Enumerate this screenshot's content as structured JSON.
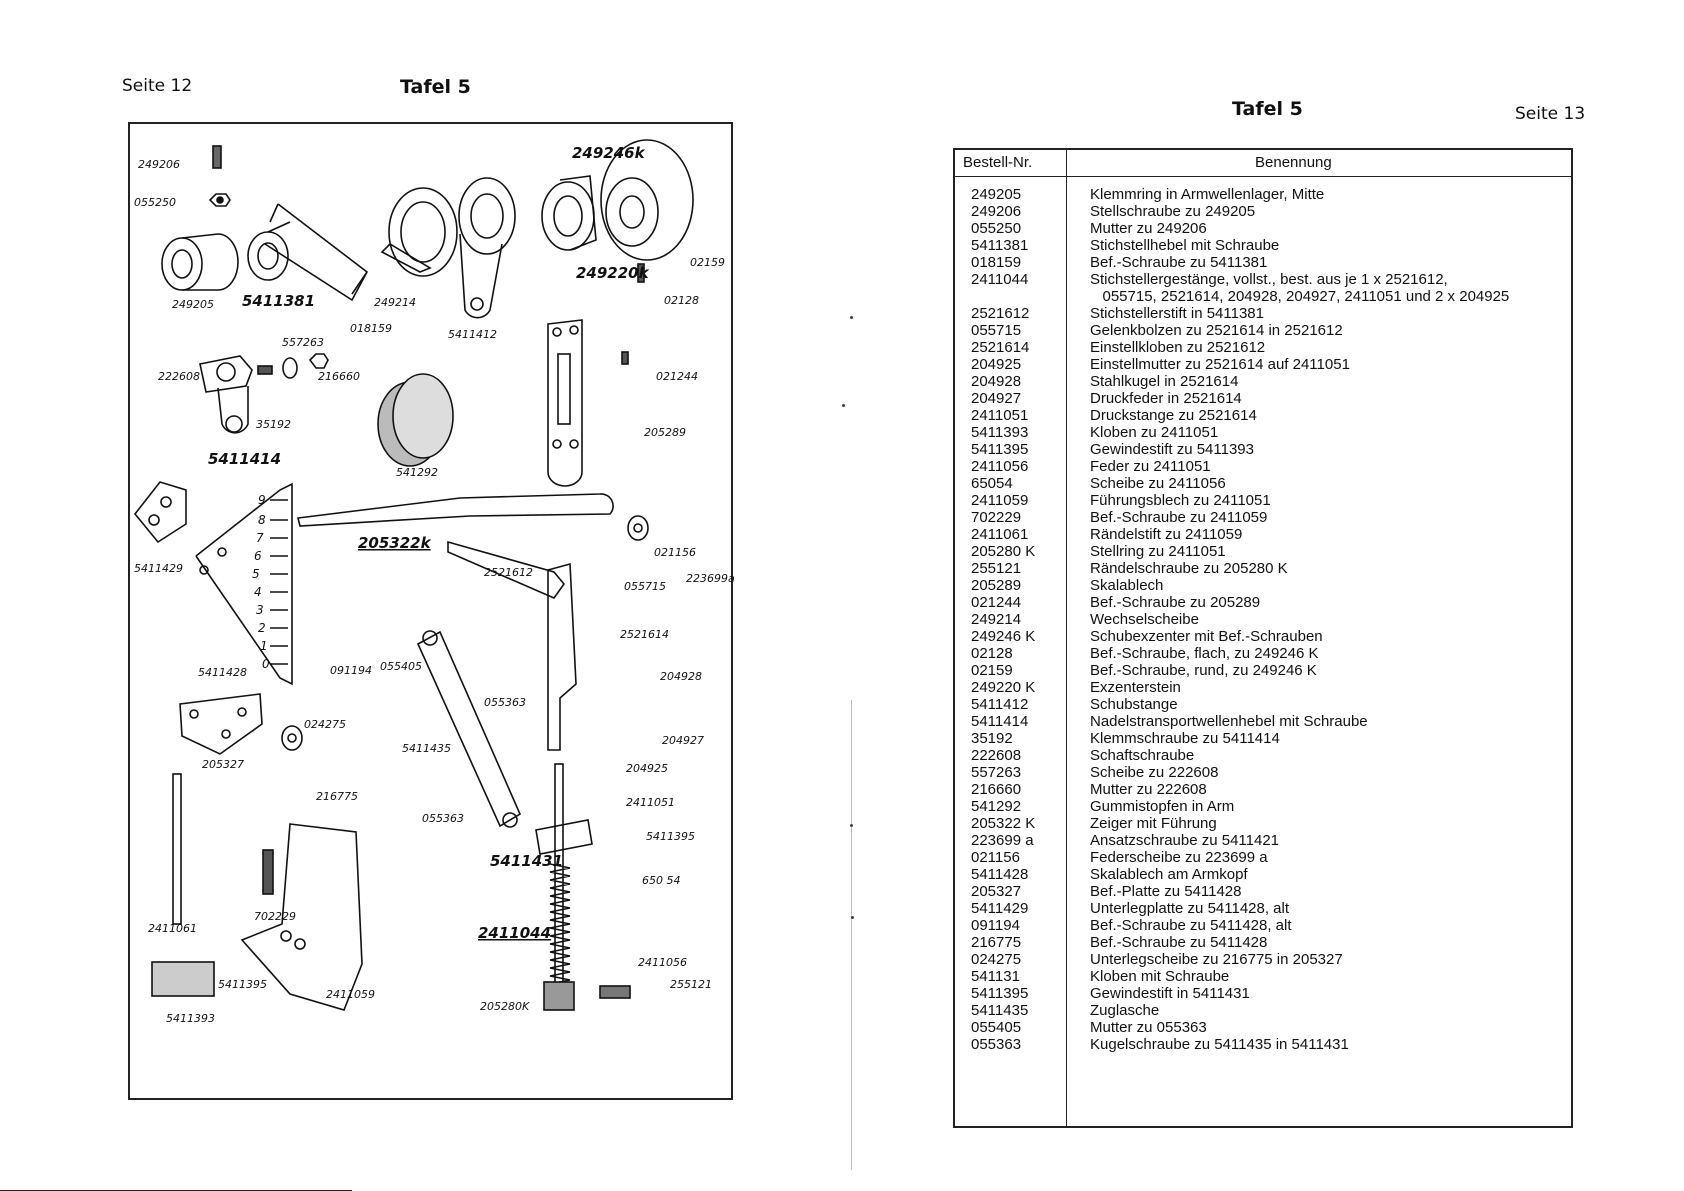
{
  "left_page": {
    "page_label": "Seite 12",
    "plate_title": "Tafel 5"
  },
  "right_page": {
    "plate_title": "Tafel 5",
    "page_label": "Seite 13"
  },
  "diagram": {
    "labels": {
      "l249206": "249206",
      "l055250": "055250",
      "l249246k": "249246k",
      "l249205": "249205",
      "l5411381": "5411381",
      "l249214": "249214",
      "l018159": "018159",
      "l5411412": "5411412",
      "l249220k": "249220k",
      "l02159": "02159",
      "l02128": "02128",
      "l557263": "557263",
      "l222608": "222608",
      "l216660": "216660",
      "l35192": "35192",
      "l5411414": "5411414",
      "l541292": "541292",
      "l021244": "021244",
      "l205289": "205289",
      "l5411429": "5411429",
      "l205322k": "205322k",
      "l021156": "021156",
      "l2521612": "2521612",
      "l055715": "055715",
      "l223699a": "223699a",
      "l2521614": "2521614",
      "l204928": "204928",
      "l5411428": "5411428",
      "l091194": "091194",
      "l055405": "055405",
      "l055363a": "055363",
      "l024275": "024275",
      "l205327": "205327",
      "l5411435": "5411435",
      "l204927": "204927",
      "l204925": "204925",
      "l216775": "216775",
      "l055363b": "055363",
      "l2411051": "2411051",
      "l5411395a": "5411395",
      "l5411431": "5411431",
      "l65054": "650 54",
      "l702229": "702229",
      "l2411061": "2411061",
      "l2411044": "2411044",
      "l2411056": "2411056",
      "l255121": "255121",
      "l5411395b": "5411395",
      "l2411059": "2411059",
      "l205280k": "205280K",
      "l5411393": "5411393",
      "scale": [
        "9",
        "8",
        "7",
        "6",
        "5",
        "4",
        "3",
        "2",
        "1",
        "0"
      ]
    }
  },
  "table": {
    "header_number": "Bestell-Nr.",
    "header_name": "Benennung",
    "rows": [
      {
        "num": "249205",
        "name": "Klemmring in Armwellenlager, Mitte"
      },
      {
        "num": "249206",
        "name": "Stellschraube zu 249205"
      },
      {
        "num": "055250",
        "name": "Mutter zu 249206"
      },
      {
        "num": "5411381",
        "name": "Stichstellhebel mit Schraube"
      },
      {
        "num": "018159",
        "name": "Bef.-Schraube zu 5411381"
      },
      {
        "num": "2411044",
        "name": "Stichstellergestänge, vollst., best. aus je 1 x 2521612,"
      },
      {
        "num": "",
        "name": "   055715, 2521614, 204928, 204927, 2411051 und 2 x 204925"
      },
      {
        "num": "2521612",
        "name": "Stichstellerstift in 5411381"
      },
      {
        "num": "055715",
        "name": "Gelenkbolzen zu 2521614 in 2521612"
      },
      {
        "num": "2521614",
        "name": "Einstellkloben zu 2521612"
      },
      {
        "num": "204925",
        "name": "Einstellmutter zu 2521614 auf 2411051"
      },
      {
        "num": "204928",
        "name": "Stahlkugel in 2521614"
      },
      {
        "num": "204927",
        "name": "Druckfeder in 2521614"
      },
      {
        "num": "2411051",
        "name": "Druckstange zu 2521614"
      },
      {
        "num": "5411393",
        "name": "Kloben zu 2411051"
      },
      {
        "num": "5411395",
        "name": "Gewindestift zu 5411393"
      },
      {
        "num": "2411056",
        "name": "Feder zu 2411051"
      },
      {
        "num": "65054",
        "name": "Scheibe zu 2411056"
      },
      {
        "num": "2411059",
        "name": "Führungsblech zu 2411051"
      },
      {
        "num": "702229",
        "name": "Bef.-Schraube zu 2411059"
      },
      {
        "num": "2411061",
        "name": "Rändelstift zu 2411059"
      },
      {
        "num": "205280 K",
        "name": "Stellring zu 2411051"
      },
      {
        "num": "255121",
        "name": "Rändelschraube zu 205280 K"
      },
      {
        "num": "205289",
        "name": "Skalablech"
      },
      {
        "num": "021244",
        "name": "Bef.-Schraube zu 205289"
      },
      {
        "num": "249214",
        "name": "Wechselscheibe"
      },
      {
        "num": "249246 K",
        "name": "Schubexzenter mit Bef.-Schrauben"
      },
      {
        "num": "02128",
        "name": "Bef.-Schraube, flach, zu 249246 K"
      },
      {
        "num": "02159",
        "name": "Bef.-Schraube, rund, zu 249246 K"
      },
      {
        "num": "249220 K",
        "name": "Exzenterstein"
      },
      {
        "num": "5411412",
        "name": "Schubstange"
      },
      {
        "num": "5411414",
        "name": "Nadelstransportwellenhebel mit Schraube"
      },
      {
        "num": "35192",
        "name": "Klemmschraube zu 5411414"
      },
      {
        "num": "222608",
        "name": "Schaftschraube"
      },
      {
        "num": "557263",
        "name": "Scheibe zu 222608"
      },
      {
        "num": "216660",
        "name": "Mutter zu 222608"
      },
      {
        "num": "541292",
        "name": "Gummistopfen in Arm"
      },
      {
        "num": "205322 K",
        "name": "Zeiger mit Führung"
      },
      {
        "num": "223699 a",
        "name": "Ansatzschraube zu 5411421"
      },
      {
        "num": "021156",
        "name": "Federscheibe zu 223699 a"
      },
      {
        "num": "5411428",
        "name": "Skalablech am Armkopf"
      },
      {
        "num": "205327",
        "name": "Bef.-Platte zu 5411428"
      },
      {
        "num": "5411429",
        "name": "Unterlegplatte zu 5411428, alt"
      },
      {
        "num": "091194",
        "name": "Bef.-Schraube zu 5411428, alt"
      },
      {
        "num": "216775",
        "name": "Bef.-Schraube zu 5411428"
      },
      {
        "num": "024275",
        "name": "Unterlegscheibe zu 216775 in 205327"
      },
      {
        "num": "541131",
        "name": "Kloben mit Schraube"
      },
      {
        "num": "5411395",
        "name": "Gewindestift in 5411431"
      },
      {
        "num": "5411435",
        "name": "Zuglasche"
      },
      {
        "num": "055405",
        "name": "Mutter zu 055363"
      },
      {
        "num": "055363",
        "name": "Kugelschraube zu 5411435 in 5411431"
      }
    ]
  }
}
